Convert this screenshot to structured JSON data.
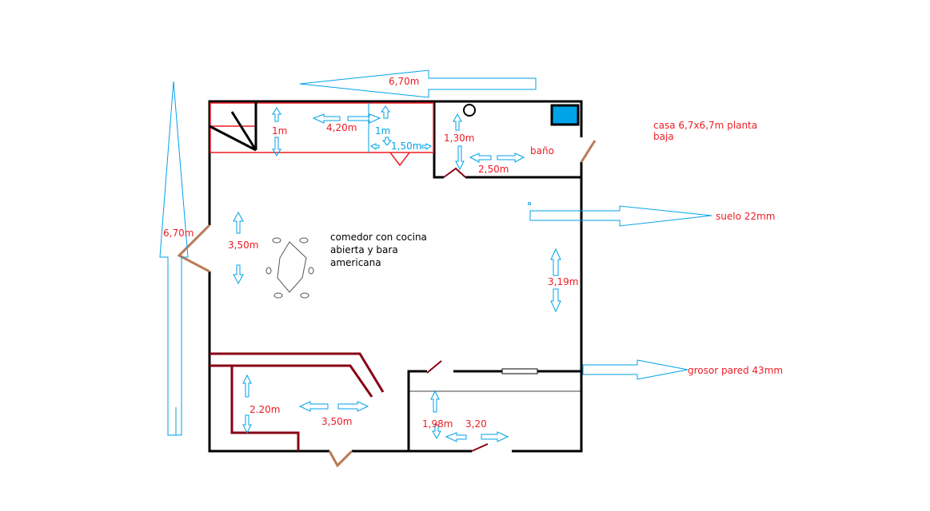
{
  "colors": {
    "wall": "#000000",
    "kitchen_line": "#ed1c24",
    "counter": "#880015",
    "door": "#b97a57",
    "arrow": "#00a2e8",
    "label_red": "#ed1c24",
    "label_blue": "#00a2e8",
    "appliance": "#00a2e8"
  },
  "labels": {
    "top_width": "6,70m",
    "left_height": "6,70m",
    "kitchen_depth": "1m",
    "kitchen_length": "4,20m",
    "kitchen_depth_2": "1m",
    "kitchen_width_2": "1,50m",
    "bath_depth": "1,30m",
    "bath_width": "2,50m",
    "bath_name": "baño",
    "house_title": "casa 6,7x6,7m planta baja",
    "floor_note": "suelo 22mm",
    "wall_note": "grosor pared 43mm",
    "living_height": "3,50m",
    "living_name": "comedor con cocina abierta y bara americana",
    "right_height": "3,19m",
    "lower_left_height": "2.20m",
    "lower_left_width": "3,50m",
    "lower_right_height": "1,98m",
    "lower_right_width": "3,20"
  },
  "icons": {
    "stairs": "stairs-icon",
    "boiler": "boiler-icon",
    "appliance": "appliance-icon",
    "dining_table": "dining-table-icon",
    "window": "window-icon"
  }
}
